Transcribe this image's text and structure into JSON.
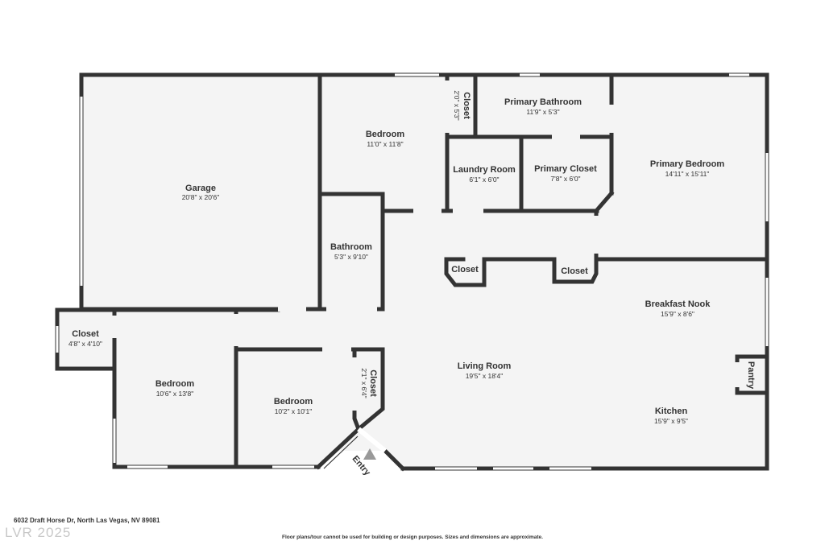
{
  "rooms": {
    "garage": {
      "name": "Garage",
      "dim": "20'8\" x 20'6\""
    },
    "bedroom_top": {
      "name": "Bedroom",
      "dim": "11'0\" x 11'8\""
    },
    "closet_top": {
      "name": "Closet",
      "dim": "2'0\" x 5'3\""
    },
    "primary_bathroom": {
      "name": "Primary Bathroom",
      "dim": "11'9\" x 5'3\""
    },
    "laundry_room": {
      "name": "Laundry Room",
      "dim": "6'1\" x 6'0\""
    },
    "primary_closet": {
      "name": "Primary Closet",
      "dim": "7'8\" x 6'0\""
    },
    "primary_bedroom": {
      "name": "Primary Bedroom",
      "dim": "14'11\" x 15'11\""
    },
    "bathroom": {
      "name": "Bathroom",
      "dim": "5'3\" x 9'10\""
    },
    "closet_hall_1": {
      "name": "Closet"
    },
    "closet_hall_2": {
      "name": "Closet"
    },
    "breakfast_nook": {
      "name": "Breakfast Nook",
      "dim": "15'9\" x 8'6\""
    },
    "closet_left": {
      "name": "Closet",
      "dim": "4'8\" x 4'10\""
    },
    "bedroom_left": {
      "name": "Bedroom",
      "dim": "10'6\" x 13'8\""
    },
    "bedroom_mid": {
      "name": "Bedroom",
      "dim": "10'2\" x 10'1\""
    },
    "closet_mid": {
      "name": "Closet",
      "dim": "2'1\" x 6'4\""
    },
    "living_room": {
      "name": "Living Room",
      "dim": "19'5\" x 18'4\""
    },
    "pantry": {
      "name": "Pantry"
    },
    "kitchen": {
      "name": "Kitchen",
      "dim": "15'9\" x 9'5\""
    }
  },
  "entry_label": "Entry",
  "footer": {
    "address": "6032 Draft Horse Dr, North Las Vegas, NV 89081",
    "watermark": "LVR 2025",
    "note": "Floor plans/tour cannot be used for building or design purposes. Sizes and dimensions are approximate."
  },
  "colors": {
    "wall": "#333333",
    "floor": "#f4f4f4",
    "window": "#ffffff",
    "background": "#ffffff"
  }
}
